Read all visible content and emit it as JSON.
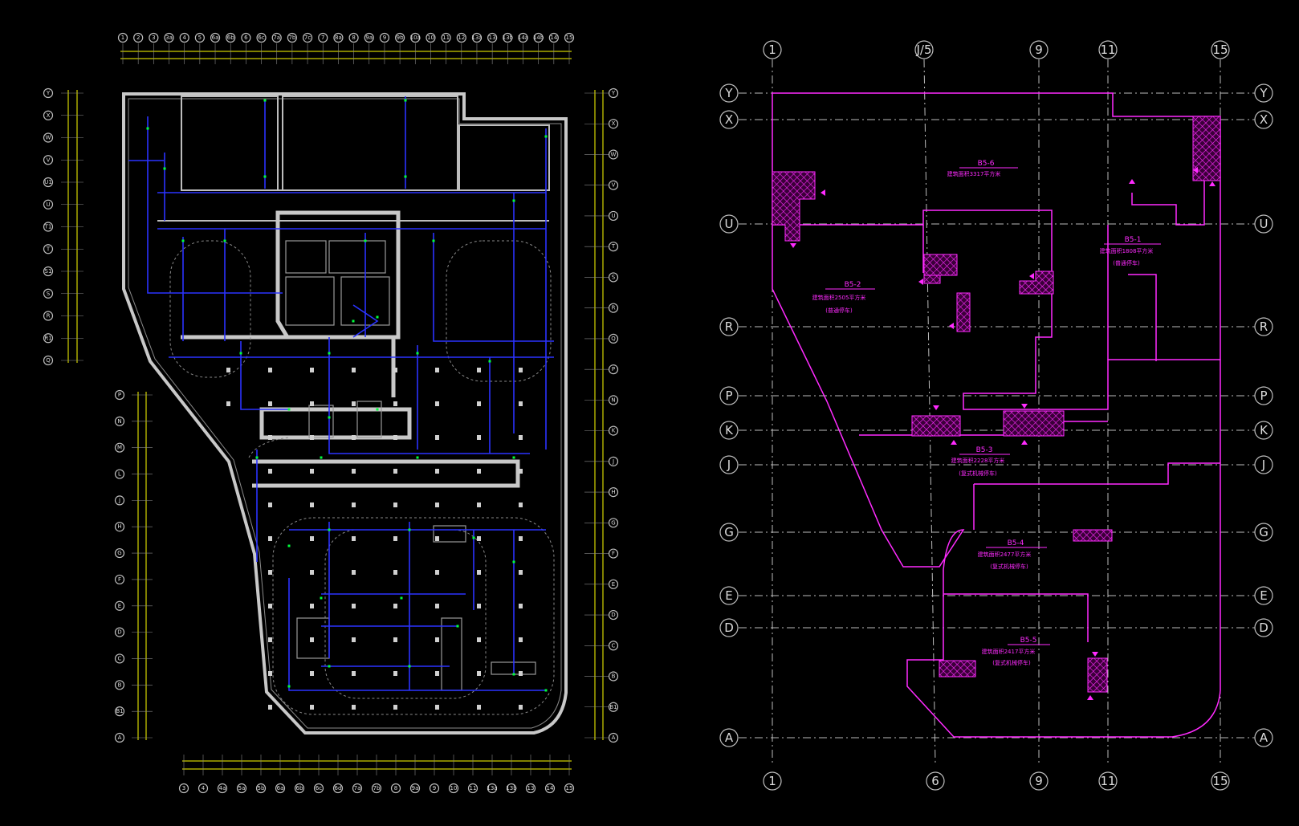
{
  "right_plan": {
    "axes_top": [
      "1",
      "J/5",
      "9",
      "11",
      "15"
    ],
    "axes_bottom": [
      "1",
      "6",
      "9",
      "11",
      "15"
    ],
    "axes_left": [
      "Y",
      "X",
      "U",
      "R",
      "P",
      "K",
      "J",
      "G",
      "E",
      "D",
      "A"
    ],
    "axes_right": [
      "Y",
      "X",
      "U",
      "R",
      "P",
      "K",
      "J",
      "G",
      "E",
      "D",
      "A"
    ],
    "zones": [
      {
        "id": "B5-6",
        "area": "建筑面积3317平方米",
        "note": ""
      },
      {
        "id": "B5-1",
        "area": "建筑面积1808平方米",
        "note": "(普通停车)"
      },
      {
        "id": "B5-2",
        "area": "建筑面积2505平方米",
        "note": "(普通停车)"
      },
      {
        "id": "B5-3",
        "area": "建筑面积2228平方米",
        "note": "(复式机械停车)"
      },
      {
        "id": "B5-4",
        "area": "建筑面积2477平方米",
        "note": "(复式机械停车)"
      },
      {
        "id": "B5-5",
        "area": "建筑面积2417平方米",
        "note": "(复式机械停车)"
      }
    ]
  },
  "left_plan": {
    "axes_top": [
      "1",
      "2",
      "3",
      "3a",
      "4",
      "5",
      "6a",
      "6b",
      "6",
      "6c",
      "7a",
      "7b",
      "7c",
      "7",
      "8a",
      "8",
      "9a",
      "9",
      "9b",
      "10a",
      "10",
      "11",
      "12",
      "13a",
      "13",
      "13b",
      "14a",
      "14b",
      "14",
      "15"
    ],
    "axes_bottom": [
      "3",
      "4",
      "4a",
      "5a",
      "5b",
      "6a",
      "6b",
      "6c",
      "6d",
      "7a",
      "7b",
      "8",
      "9a",
      "9",
      "10",
      "11",
      "13a",
      "13b",
      "13",
      "14",
      "15"
    ],
    "axes_left_upper": [
      "Y",
      "X",
      "W",
      "V",
      "U1",
      "U",
      "T1",
      "T",
      "S1",
      "S",
      "R",
      "R1",
      "Q"
    ],
    "axes_left_lower": [
      "P",
      "N",
      "M",
      "L",
      "J",
      "H",
      "G",
      "F",
      "E",
      "D",
      "C",
      "B",
      "B1",
      "A"
    ],
    "axes_right": [
      "Y",
      "X",
      "W",
      "V",
      "U",
      "T",
      "S",
      "R",
      "Q",
      "P",
      "N",
      "K",
      "J",
      "H",
      "G",
      "F",
      "E",
      "D",
      "C",
      "B",
      "B1",
      "A"
    ]
  },
  "colors": {
    "background": "#000000",
    "wall": "#c8c8c8",
    "pipe": "#2a33ff",
    "accent_green": "#00ff3c",
    "dim_yellow": "#ffff00",
    "zone_magenta": "#ff2bff",
    "axis_gray": "#bdbdbd"
  }
}
